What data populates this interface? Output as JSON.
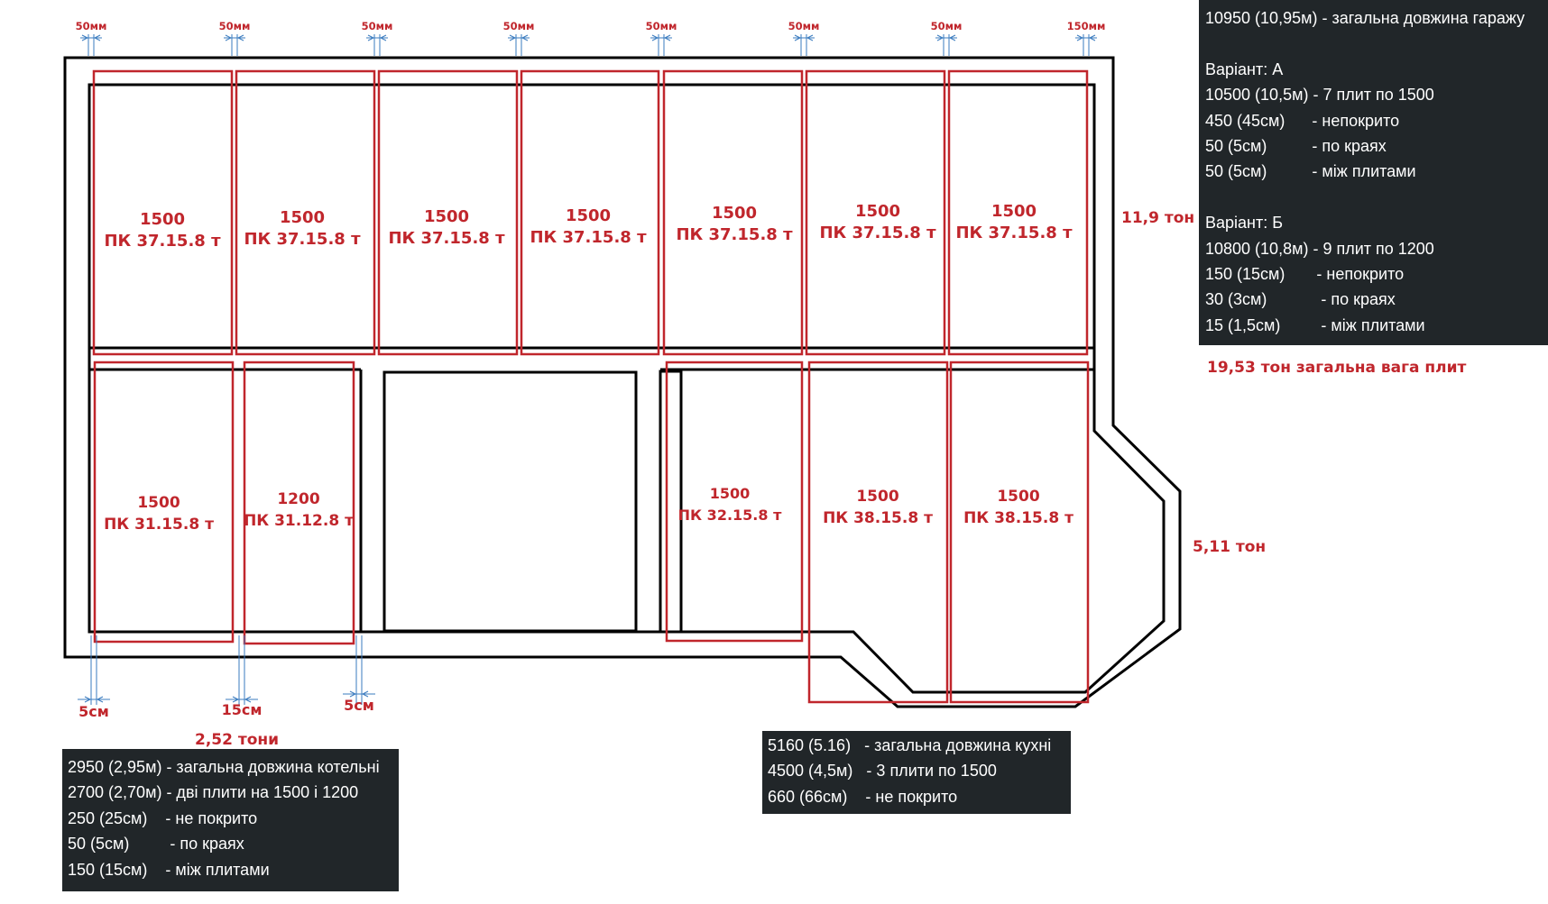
{
  "gaps_top": [
    "50мм",
    "50мм",
    "50мм",
    "50мм",
    "50мм",
    "50мм",
    "50мм",
    "150мм"
  ],
  "slabs": [
    {
      "size": "1500",
      "mark": "ПК 37.15.8 т"
    },
    {
      "size": "1500",
      "mark": "ПК 37.15.8 т"
    },
    {
      "size": "1500",
      "mark": "ПК 37.15.8 т"
    },
    {
      "size": "1500",
      "mark": "ПК 37.15.8 т"
    },
    {
      "size": "1500",
      "mark": "ПК 37.15.8 т"
    },
    {
      "size": "1500",
      "mark": "ПК 37.15.8 т"
    },
    {
      "size": "1500",
      "mark": "ПК 37.15.8 т"
    },
    {
      "size": "1500",
      "mark": "ПК 31.15.8 т"
    },
    {
      "size": "1200",
      "mark": "ПК 31.12.8 т"
    },
    {
      "size": "1500",
      "mark": "ПК 32.15.8 т"
    },
    {
      "size": "1500",
      "mark": "ПК 38.15.8 т"
    },
    {
      "size": "1500",
      "mark": "ПК 38.15.8 т"
    }
  ],
  "gaps_bottom": [
    "5см",
    "15см",
    "5см"
  ],
  "weights": {
    "garage": "11,9 тон",
    "kitchen": "5,11 тон",
    "boiler": "2,52 тони",
    "total": "19,53 тон загальна вага плит"
  },
  "garage_panel": [
    "10950 (10,95м) - загальна довжина гаражу",
    "",
    "Варіант: А",
    "10500 (10,5м) - 7 плит по 1500",
    "450 (45см)      - непокрито",
    "50 (5см)          - по краях",
    "50 (5см)          - між плитами",
    "",
    "Варіант: Б",
    "10800 (10,8м) - 9 плит по 1200",
    "150 (15см)       - непокрито",
    "30 (3см)            - по краях",
    "15 (1,5см)         - між плитами"
  ],
  "boiler_panel": [
    "2950 (2,95м) - загальна довжина котельні",
    "2700 (2,70м) - дві плити на 1500 і 1200",
    "250 (25см)    - не покрито",
    "50 (5см)         - по краях",
    "150 (15см)    - між плитами"
  ],
  "kitchen_panel": [
    "5160 (5.16)   - загальна довжина кухні",
    "4500 (4,5м)   - 3 плити по 1500",
    "660 (66см)    - не покрито"
  ],
  "colors": {
    "slab_outline": "#c0262c",
    "wall": "#000000",
    "panel_bg": "#212629",
    "panel_text": "#ffffff"
  }
}
